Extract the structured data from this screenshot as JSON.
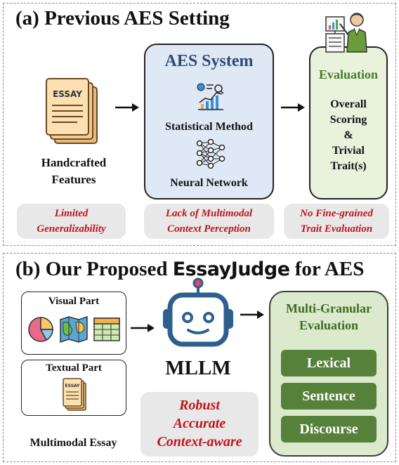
{
  "panel_a": {
    "title": "(a) Previous AES Setting",
    "essay_doc_label": "ESSAY",
    "features_label_line1": "Handcrafted",
    "features_label_line2": "Features",
    "aes_system_title": "AES System",
    "statistical_method": "Statistical Method",
    "neural_network": "Neural Network",
    "evaluation_title": "Evaluation",
    "evaluation_lines": [
      "Overall",
      "Scoring",
      "&",
      "Trivial",
      "Trait(s)"
    ],
    "limitations": [
      {
        "line1": "Limited",
        "line2": "Generalizability"
      },
      {
        "line1": "Lack of Multimodal",
        "line2": "Context Perception"
      },
      {
        "line1": "No Fine-grained",
        "line2": "Trait Evaluation"
      }
    ]
  },
  "panel_b": {
    "title_prefix": "(b) Our Proposed ",
    "title_brand": "EssayJudge",
    "title_suffix": " for AES",
    "visual_part": "Visual Part",
    "textual_part": "Textual Part",
    "essay_doc_label": "ESSAY",
    "multimodal_essay": "Multimodal Essay",
    "mllm": "MLLM",
    "strengths": [
      "Robust",
      "Accurate",
      "Context-aware"
    ],
    "mg_title_line1": "Multi-Granular",
    "mg_title_line2": "Evaluation",
    "granularities": [
      "Lexical",
      "Sentence",
      "Discourse"
    ]
  },
  "colors": {
    "aes_box": "#dfe9f5",
    "eval_box": "#e9f3dc",
    "eval_title": "#4a7a2a",
    "limitation_red": "#c0141b",
    "green_button": "#55813a",
    "robot_blue": "#2d5f8f"
  },
  "icons": [
    "essay-document-icon",
    "statistics-chart-icon",
    "neural-network-icon",
    "teacher-board-icon",
    "pie-chart-icon",
    "map-icon",
    "table-icon",
    "robot-icon",
    "arrow-icon"
  ]
}
